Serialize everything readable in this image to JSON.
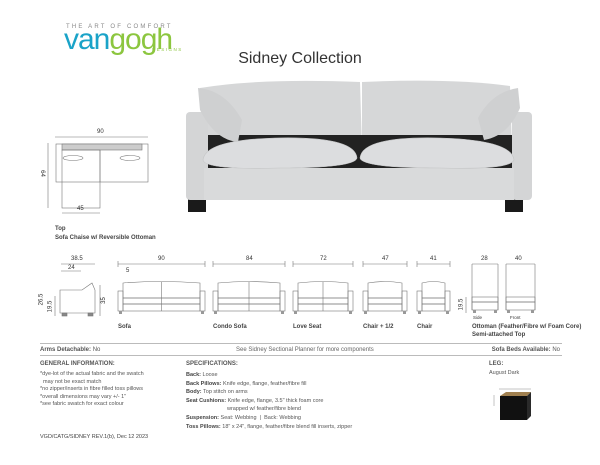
{
  "brand": {
    "tagline": "THE ART OF COMFORT",
    "name_part1": "van",
    "name_part2": "gogh",
    "subtitle": "DESIGNS"
  },
  "title": "Sidney Collection",
  "colors": {
    "brand_blue": "#1aa3c8",
    "brand_green": "#8cc63f",
    "fabric": "#d8d9da",
    "leg": "#1a1a1a"
  },
  "top_view": {
    "width": "90",
    "depth": "64",
    "chaise": "45",
    "view_label": "Top",
    "caption": "Sofa Chaise w/ Reversible Ottoman"
  },
  "side_view": {
    "depth": "38.5",
    "seat_depth": "24",
    "arm_height": "26.5",
    "seat_height": "19.5",
    "height": "35",
    "arm_width": "5"
  },
  "components": [
    {
      "label": "Sofa",
      "width": "90"
    },
    {
      "label": "Condo Sofa",
      "width": "84"
    },
    {
      "label": "Love Seat",
      "width": "72"
    },
    {
      "label": "Chair + 1/2",
      "width": "47"
    },
    {
      "label": "Chair",
      "width": "41"
    }
  ],
  "ottoman": {
    "side_width": "28",
    "front_width": "40",
    "height": "19.5",
    "side_label": "Side",
    "front_label": "Front",
    "caption_line1": "Ottoman (Feather/Fibre w/ Foam Core)",
    "caption_line2": "Semi-attached Top"
  },
  "bar": {
    "arms_label": "Arms Detachable:",
    "arms_value": "No",
    "center": "See Sidney Sectional Planner for more components",
    "beds_label": "Sofa Beds Available:",
    "beds_value": "No"
  },
  "general": {
    "heading": "GENERAL INFORMATION:",
    "lines": [
      "*dye-lot of the actual fabric and the swatch",
      "  may not be exact match",
      "*no zipper/inserts in fibre filled toss pillows",
      "*overall dimensions may vary +/- 1\"",
      "*see fabric swatch for exact colour"
    ]
  },
  "specs": {
    "heading": "SPECIFICATIONS:",
    "items": [
      {
        "k": "Back:",
        "v": "Loose"
      },
      {
        "k": "Back Pillows:",
        "v": "Knife edge, flange, feather/fibre fill"
      },
      {
        "k": "Body:",
        "v": "Top stitch on arms"
      },
      {
        "k": "Seat Cushions:",
        "v": "Knife edge, flange, 3.5\" thick foam core"
      },
      {
        "k": "",
        "v": "wrapped w/ feather/fibre blend"
      },
      {
        "k": "Suspension:",
        "v": "Seat: Webbing  |  Back: Webbing"
      },
      {
        "k": "Toss Pillows:",
        "v": "18\" x 24\", flange, feather/fibre blend fill inserts, zipper"
      }
    ]
  },
  "leg": {
    "heading": "LEG:",
    "value": "August Dark"
  },
  "footer": "VGD/CATG/SIDNEY REV.1(b), Dec 12 2023"
}
